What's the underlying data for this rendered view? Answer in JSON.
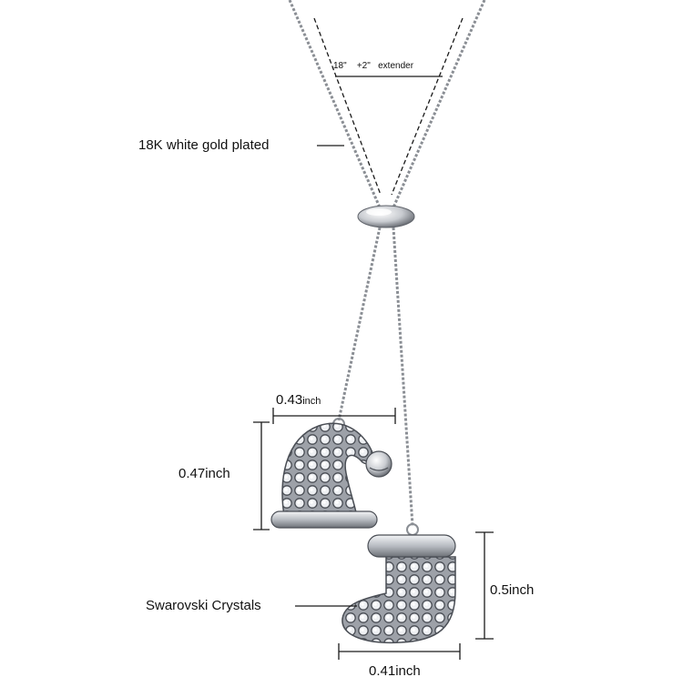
{
  "annotations": {
    "length_value": "18\"",
    "extender_value": "+2\"",
    "extender_word": "extender",
    "plating": "18K white gold plated",
    "crystals": "Swarovski Crystals"
  },
  "dimensions": {
    "hat_width_value": "0.43",
    "hat_width_unit": "inch",
    "hat_height": "0.47inch",
    "stocking_height": "0.5inch",
    "stocking_width": "0.41inch"
  },
  "colors": {
    "metal": "#c9ccd1",
    "metal_dark": "#6e7278",
    "line": "#1a1a1a"
  }
}
